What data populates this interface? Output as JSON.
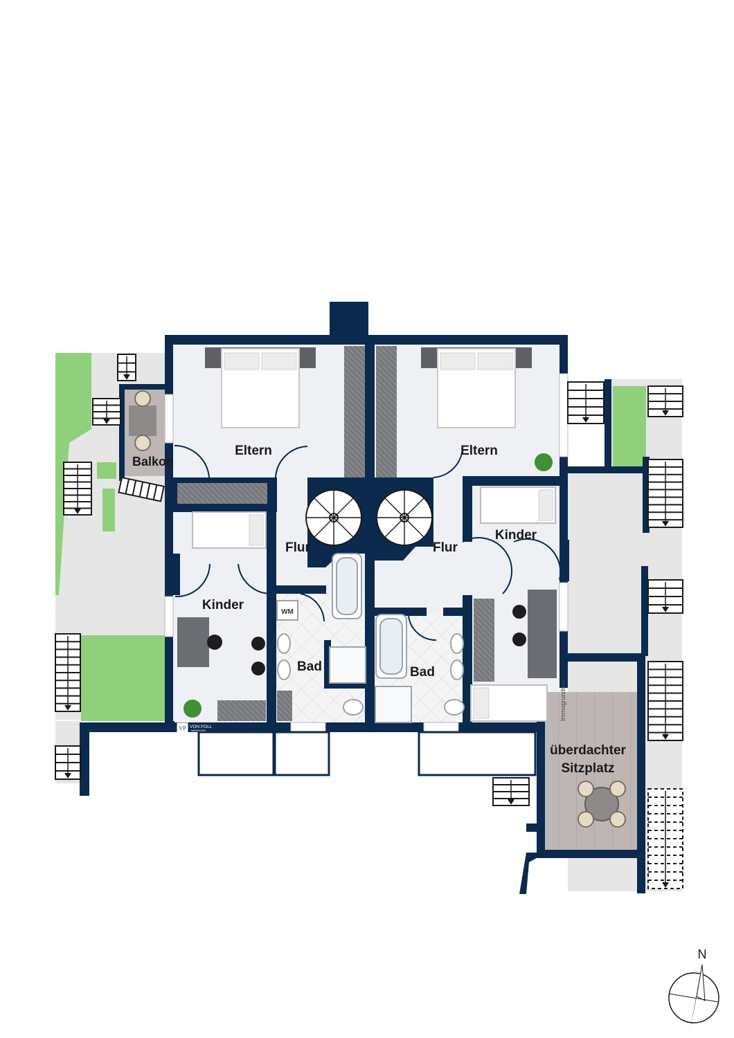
{
  "rooms": {
    "eltern_left": "Eltern",
    "eltern_right": "Eltern",
    "balkon": "Balkon",
    "kinder_left": "Kinder",
    "kinder_right": "Kinder",
    "flur_left": "Flur",
    "flur_right": "Flur",
    "bad_left": "Bad",
    "bad_right": "Bad",
    "sitzplatz_line1": "überdachter",
    "sitzplatz_line2": "Sitzplatz"
  },
  "fixtures": {
    "wm": "WM"
  },
  "branding": {
    "logo_initials": "VP",
    "logo_name": "VON POLL",
    "logo_sub": "IMMOBILIEN",
    "credit": "Immogrundriss"
  },
  "compass": {
    "north": "N"
  },
  "colors": {
    "wall": "#0b2a4d",
    "floor": "#eef0f4",
    "grass": "#8fd17a",
    "paving": "#e6e6e6",
    "wood": "#b9b3b2"
  }
}
